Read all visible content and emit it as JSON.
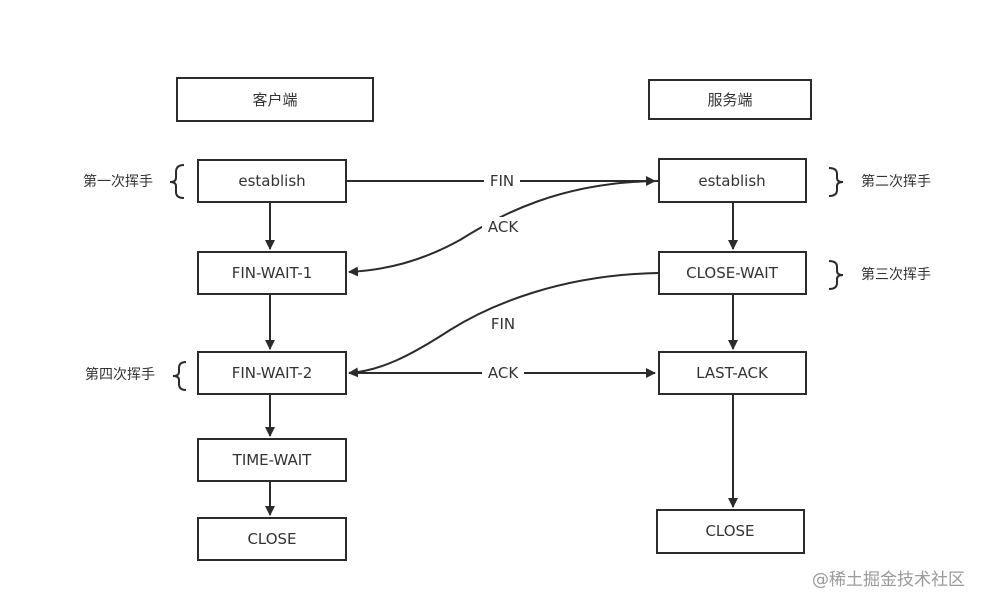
{
  "client": {
    "header": "客户端",
    "states": [
      "establish",
      "FIN-WAIT-1",
      "FIN-WAIT-2",
      "TIME-WAIT",
      "CLOSE"
    ]
  },
  "server": {
    "header": "服务端",
    "states": [
      "establish",
      "CLOSE-WAIT",
      "LAST-ACK",
      "CLOSE"
    ]
  },
  "messages": {
    "first_fin": "FIN",
    "first_ack": "ACK",
    "second_fin": "FIN",
    "last_ack": "ACK"
  },
  "handshakes": {
    "first": "第一次挥手",
    "second": "第二次挥手",
    "third": "第三次挥手",
    "fourth": "第四次挥手"
  },
  "watermark": "@稀土掘金技术社区",
  "colors": {
    "stroke": "#2b2b2b",
    "text": "#333333",
    "background": "#ffffff",
    "watermark": "#9a9a9a"
  }
}
